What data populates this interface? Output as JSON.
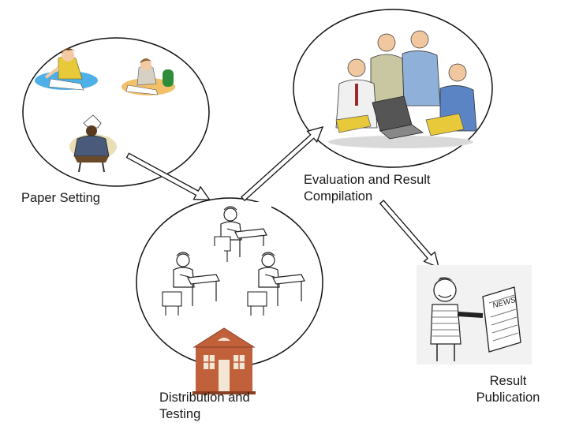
{
  "stages": {
    "paper_setting": {
      "label": "Paper Setting"
    },
    "evaluation": {
      "label": "Evaluation and Result\nCompilation"
    },
    "distribution": {
      "label": "Distribution and\nTesting"
    },
    "publication": {
      "label": "Result\nPublication"
    }
  },
  "icons": {
    "writer_1": "person-writing-icon",
    "writer_2": "person-writing-icon",
    "reader": "person-reading-paper-icon",
    "team": "team-meeting-laptop-icon",
    "student": "student-at-desk-icon",
    "school": "school-building-icon",
    "news": "person-holding-newspaper-icon",
    "arrow": "flow-arrow-icon"
  },
  "colors": {
    "circle_stroke": "#111111",
    "arrow_fill": "#ffffff",
    "arrow_stroke": "#111111",
    "school_brick": "#c0613c",
    "school_window": "#f4e6d4",
    "news_bg": "#f2f2f2"
  },
  "extra_text": {
    "newspaper_heading": "NEWS"
  }
}
